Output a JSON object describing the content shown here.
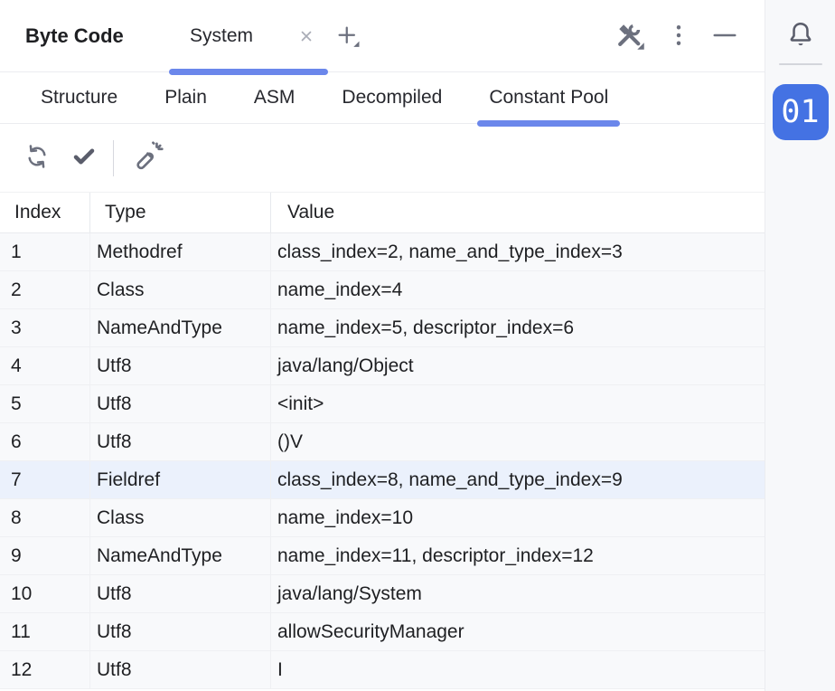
{
  "header": {
    "title": "Byte Code",
    "editor_tab": {
      "label": "System",
      "close_icon": "x-icon",
      "underline_color": "#6B87EB"
    },
    "add_tab_icon": "plus-with-dropdown",
    "actions": [
      {
        "name": "build-tools",
        "icon": "hammer-wrench-dropdown"
      },
      {
        "name": "more-options",
        "icon": "kebab-menu"
      },
      {
        "name": "hide",
        "icon": "minimize-dash"
      }
    ]
  },
  "view_tabs": {
    "items": [
      {
        "label": "Structure",
        "selected": false
      },
      {
        "label": "Plain",
        "selected": false
      },
      {
        "label": "ASM",
        "selected": false
      },
      {
        "label": "Decompiled",
        "selected": false
      },
      {
        "label": "Constant Pool",
        "selected": true
      }
    ]
  },
  "toolbar": {
    "buttons": [
      {
        "name": "refresh",
        "icon": "circular-arrows"
      },
      {
        "name": "validate",
        "icon": "checkmark"
      },
      {
        "name": "generate",
        "icon": "magic-wand-sparkles"
      }
    ]
  },
  "table": {
    "columns": [
      "Index",
      "Type",
      "Value"
    ],
    "selected_row_index": "7",
    "rows": [
      {
        "index": "1",
        "type": "Methodref",
        "value": "class_index=2, name_and_type_index=3"
      },
      {
        "index": "2",
        "type": "Class",
        "value": "name_index=4"
      },
      {
        "index": "3",
        "type": "NameAndType",
        "value": "name_index=5, descriptor_index=6"
      },
      {
        "index": "4",
        "type": "Utf8",
        "value": "java/lang/Object"
      },
      {
        "index": "5",
        "type": "Utf8",
        "value": "<init>"
      },
      {
        "index": "6",
        "type": "Utf8",
        "value": "()V"
      },
      {
        "index": "7",
        "type": "Fieldref",
        "value": "class_index=8, name_and_type_index=9"
      },
      {
        "index": "8",
        "type": "Class",
        "value": "name_index=10"
      },
      {
        "index": "9",
        "type": "NameAndType",
        "value": "name_index=11, descriptor_index=12"
      },
      {
        "index": "10",
        "type": "Utf8",
        "value": "java/lang/System"
      },
      {
        "index": "11",
        "type": "Utf8",
        "value": "allowSecurityManager"
      },
      {
        "index": "12",
        "type": "Utf8",
        "value": "I"
      }
    ]
  },
  "stripe": {
    "notifications_icon": "bell",
    "badge_label": "01"
  },
  "colors": {
    "accent": "#6B87EB",
    "badge_bg": "#4472E3",
    "selected_row_bg": "#EBF1FC",
    "row_bg": "#F8F9FB",
    "stripe_bg": "#F7F8FA",
    "border": "#EBECF0",
    "icon_gray": "#6C707E",
    "icon_dark": "#5A5D6B",
    "text": "#1E1F22"
  }
}
